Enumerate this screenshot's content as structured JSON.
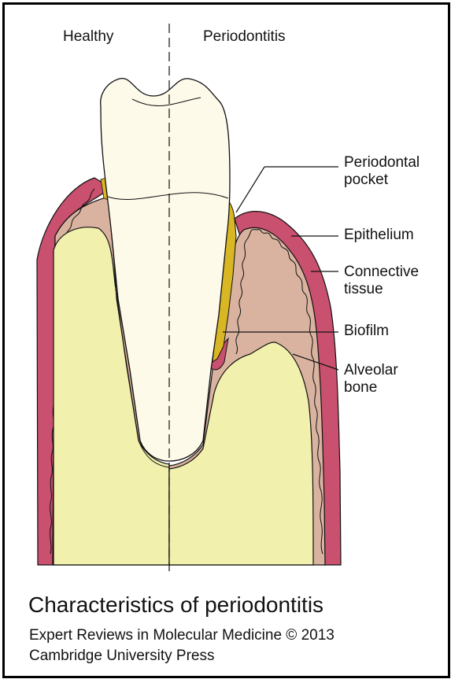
{
  "panel_labels": {
    "healthy": "Healthy",
    "periodontitis": "Periodontitis"
  },
  "annotations": {
    "periodontal_pocket": [
      "Periodontal",
      "pocket"
    ],
    "epithelium": "Epithelium",
    "connective_tissue": [
      "Connective",
      "tissue"
    ],
    "biofilm": "Biofilm",
    "alveolar_bone": [
      "Alveolar",
      "bone"
    ]
  },
  "caption": {
    "title": "Characteristics of periodontitis",
    "line1": "Expert Reviews in Molecular Medicine © 2013",
    "line2": "Cambridge University Press"
  },
  "colors": {
    "epithelium": "#c9506e",
    "connective_tissue": "#d9b3a0",
    "alveolar_bone": "#f2f0ad",
    "biofilm": "#d8b624",
    "tooth": "#fdfaea",
    "outline": "#111111"
  }
}
